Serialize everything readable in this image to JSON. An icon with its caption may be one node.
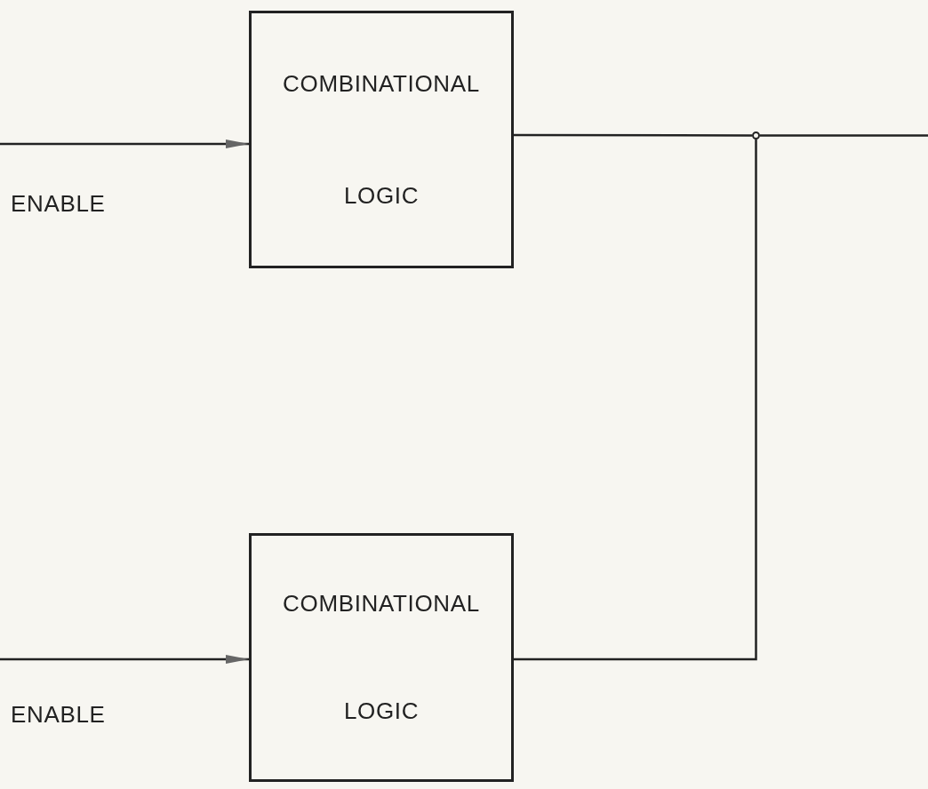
{
  "diagram": {
    "nodes": [
      {
        "text": [
          "COMBINATIONAL",
          "LOGIC"
        ]
      },
      {
        "text": [
          "COMBINATIONAL",
          "LOGIC"
        ]
      },
      {
        "text": [],
        "shape": "circle"
      }
    ],
    "edges": [
      {
        "from": null,
        "to": 0,
        "arrow": "to"
      },
      {
        "from": null,
        "to": 1,
        "arrow": "to"
      },
      {
        "from": 0,
        "to": 2,
        "arrow": "none"
      },
      {
        "from": 1,
        "to": 2,
        "arrow": "none"
      },
      {
        "from": 2,
        "to": null,
        "arrow": "none"
      }
    ],
    "labels": [
      "ENABLE",
      "ENABLE"
    ]
  }
}
